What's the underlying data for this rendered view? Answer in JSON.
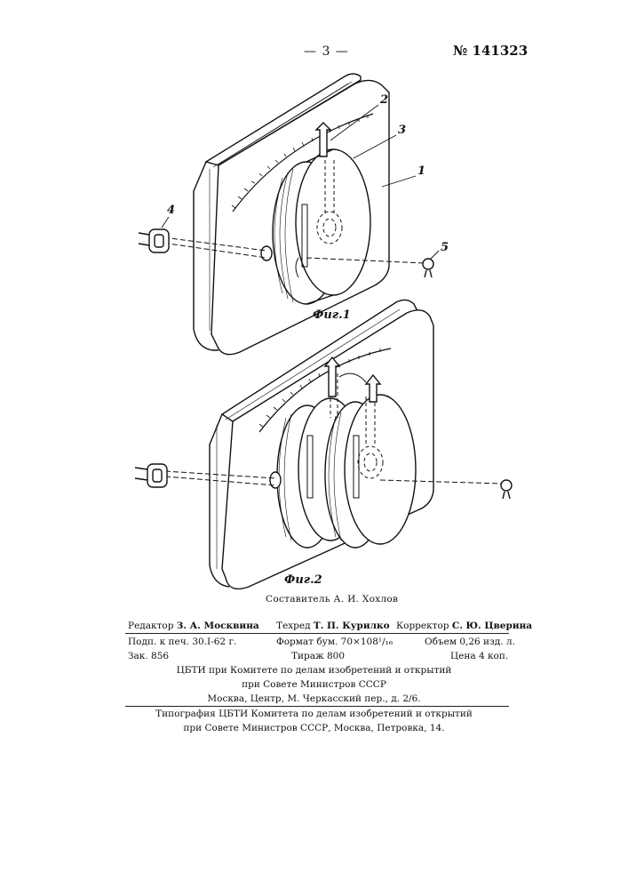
{
  "header": {
    "page_number": "— 3 —",
    "patent_number": "№ 141323"
  },
  "figures": {
    "fig1": {
      "caption": "Фиг.1",
      "labels": [
        "1",
        "2",
        "3",
        "4",
        "5"
      ]
    },
    "fig2": {
      "caption": "Фиг.2"
    }
  },
  "imprint": {
    "compiler": "Составитель А. И. Хохлов",
    "editor_label": "Редактор",
    "editor_name": "З. А. Москвина",
    "techred_label": "Техред",
    "techred_name": "Т. П. Курилко",
    "corrector_label": "Корректор",
    "corrector_name": "С. Ю. Цверина",
    "signed": "Подп. к печ. 30.I-62 г.",
    "format": "Формат бум. 70×108¹/₁₆",
    "volume": "Объем 0,26 изд. л.",
    "order": "Зак. 856",
    "circulation": "Тираж 800",
    "price": "Цена 4 коп.",
    "publisher_line1": "ЦБТИ при Комитете по делам изобретений и открытий",
    "publisher_line2": "при Совете Министров СССР",
    "publisher_line3": "Москва, Центр, М. Черкасский пер., д. 2/6.",
    "printer_line1": "Типография ЦБТИ Комитета по делам изобретений и открытий",
    "printer_line2": "при Совете Министров СССР, Москва, Петровка, 14."
  }
}
